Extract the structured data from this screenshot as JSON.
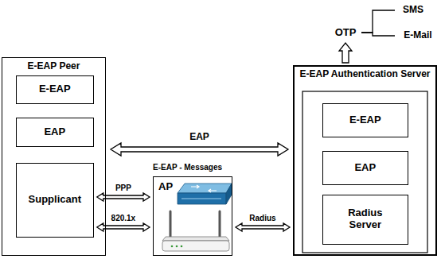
{
  "diagram": {
    "nodes": [
      {
        "text": [
          "E-EAP Peer"
        ]
      },
      {
        "text": [
          "E-EAP"
        ],
        "in": 0
      },
      {
        "text": [
          "EAP"
        ],
        "in": 0
      },
      {
        "text": [
          "Supplicant"
        ],
        "in": 0
      },
      {
        "text": [
          "OTP"
        ]
      },
      {
        "text": [
          "SMS"
        ]
      },
      {
        "text": [
          "E-Mail"
        ]
      },
      {
        "text": [
          "E-EAP Authentication Server"
        ]
      },
      {
        "text": [
          "E-EAP"
        ],
        "in": 7
      },
      {
        "text": [
          "EAP"
        ],
        "in": 7
      },
      {
        "text": [
          "Radius Server"
        ],
        "in": 7
      },
      {
        "text": [
          "AP"
        ]
      }
    ],
    "edges": [
      {
        "from": 0,
        "to": 7,
        "label": "EAP",
        "arrow": "both"
      },
      {
        "from": 3,
        "to": 11,
        "label": "PPP",
        "arrow": "both"
      },
      {
        "from": 3,
        "to": 11,
        "label": "820.1x",
        "arrow": "both"
      },
      {
        "from": 11,
        "to": 7,
        "label": "Radius",
        "arrow": "both"
      },
      {
        "from": 7,
        "to": 4,
        "arrow": "to"
      },
      {
        "from": 4,
        "to": 5,
        "arrow": "none"
      },
      {
        "from": 4,
        "to": 6,
        "arrow": "none"
      }
    ],
    "labels": [
      "E-EAP - Messages"
    ]
  }
}
